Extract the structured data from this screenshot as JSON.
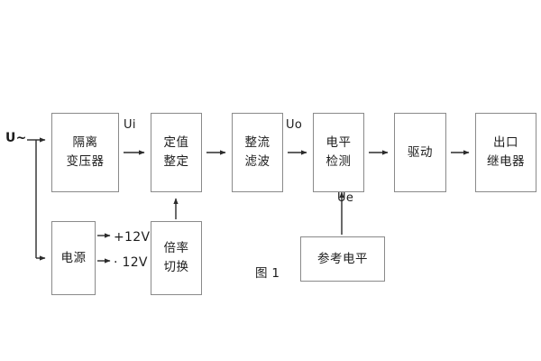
{
  "figure": {
    "caption": "图 1",
    "colors": {
      "background": "#ffffff",
      "box_border": "#8a8a8a",
      "text": "#1c1c1c",
      "wire": "#2b2b2b"
    }
  },
  "blocks": [
    {
      "id": "isolation-transformer",
      "lines": [
        "隔离",
        "变压器"
      ]
    },
    {
      "id": "setting-value",
      "lines": [
        "定值",
        "整定"
      ]
    },
    {
      "id": "rectifier-filter",
      "lines": [
        "整流",
        "滤波"
      ]
    },
    {
      "id": "level-detection",
      "lines": [
        "电平",
        "检测"
      ]
    },
    {
      "id": "drive",
      "lines": [
        "驱动"
      ]
    },
    {
      "id": "output-relay",
      "lines": [
        "出口",
        "继电器"
      ]
    },
    {
      "id": "power-supply",
      "lines": [
        "电源"
      ]
    },
    {
      "id": "multiplier-switch",
      "lines": [
        "倍率",
        "切换"
      ]
    },
    {
      "id": "reference-level",
      "lines": [
        "参考电平"
      ]
    }
  ],
  "signals": {
    "input_ac": "U~",
    "ui": "Ui",
    "uo": "Uo",
    "ue": "Ue",
    "rail_positive": "+12V",
    "rail_negative": "· 12V"
  }
}
